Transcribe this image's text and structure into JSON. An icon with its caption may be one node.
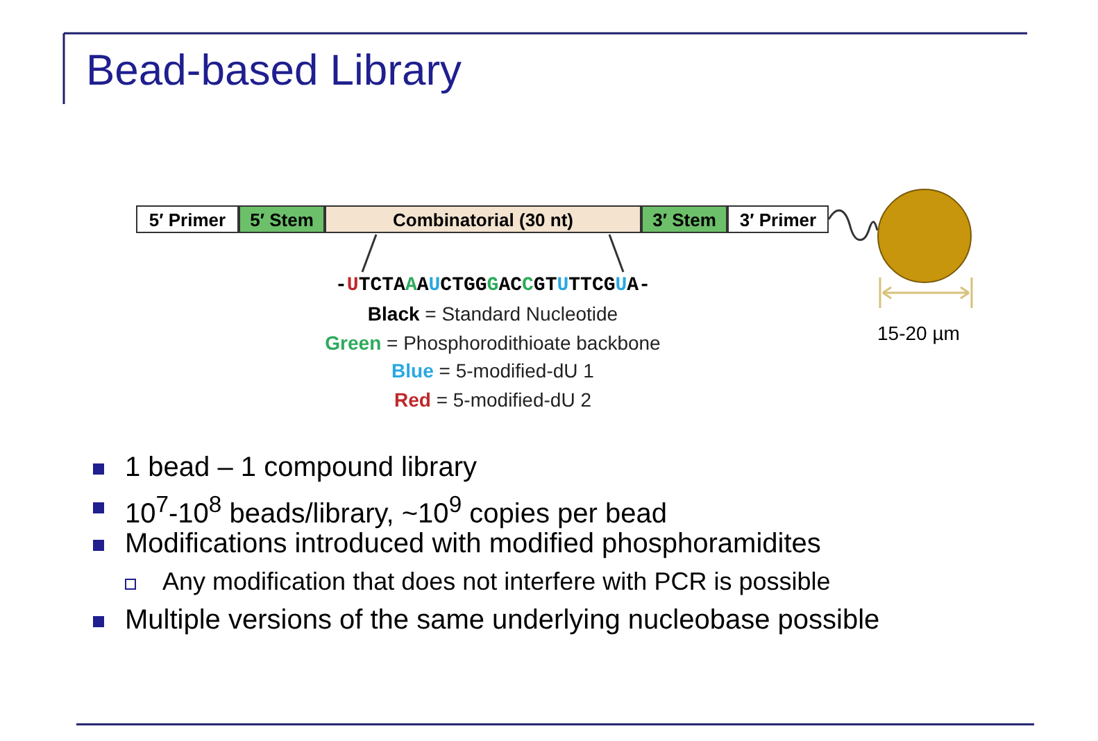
{
  "diagram": {
    "title": "Bead-based Library",
    "nodes": [
      {
        "text": [
          "5′ Primer"
        ]
      },
      {
        "text": [
          "5′ Stem"
        ]
      },
      {
        "text": [
          "Combinatorial (30 nt)"
        ]
      },
      {
        "text": [
          "3′ Stem"
        ]
      },
      {
        "text": [
          "3′ Primer"
        ]
      },
      {
        "text": [],
        "shape": "circle"
      },
      {
        "text": [
          "-UTCTAAAUCTGGGACCGTUTTCGUA-"
        ]
      }
    ],
    "edges": [
      {
        "from": 4,
        "to": 5,
        "arrow": "none"
      },
      {
        "from": 2,
        "to": 6,
        "arrow": "none"
      },
      {
        "from": 2,
        "to": 6,
        "arrow": "none"
      }
    ],
    "labels": [
      "15-20 µm",
      "1 bead – 1 compound library",
      "10$^{7}$-10$^{8}$ beads/library, ~10$^{9}$ copies per bead",
      "Modifications introduced with modified phosphoramidites",
      "Any modification that does not interfere with PCR is possible",
      "Multiple versions of the same underlying nucleobase possible"
    ],
    "legend": [
      {
        "text": "Black = Standard Nucleotide",
        "color": "#000000"
      },
      {
        "text": "Green = Phosphorodithioate backbone",
        "color": "#2eaa5c"
      },
      {
        "text": "Blue = 5-modified-dU 1",
        "color": "#29a8e0"
      },
      {
        "text": "Red = 5-modified-dU 2",
        "color": "#c0282a"
      }
    ]
  }
}
